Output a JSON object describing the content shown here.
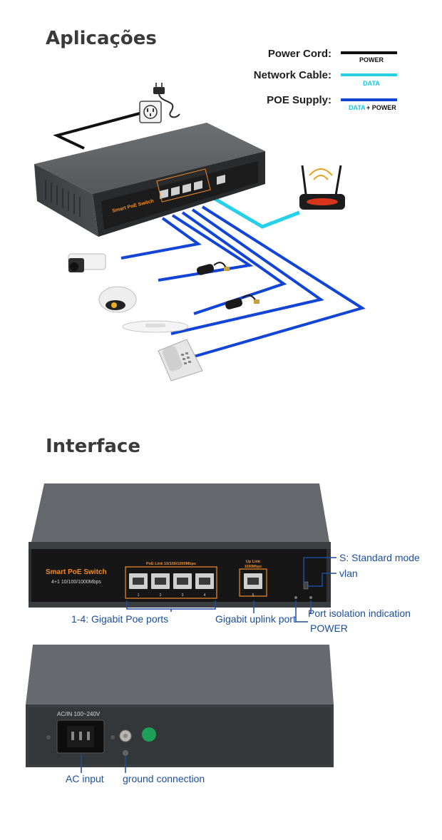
{
  "sections": {
    "applications_title": "Aplicações",
    "interface_title": "Interface"
  },
  "legend": [
    {
      "label": "Power Cord:",
      "tag": "POWER",
      "color": "#111111",
      "tag_color": "#111111"
    },
    {
      "label": "Network Cable:",
      "tag": "DATA",
      "color": "#25d0e8",
      "tag_color": "#1ec4e0"
    },
    {
      "label": "POE Supply:",
      "tag_a": "DATA",
      "tag_b": "+ POWER",
      "color": "#1244d6",
      "tag_color": "#1ec4e0"
    }
  ],
  "device": {
    "brand": "Smart PoE Switch",
    "model": "4+1 10/100/1000Mbps",
    "poe_header": "PoE Link   10/100/1000Mbps",
    "uplink_header_1": "Up Link",
    "uplink_header_2": "1000Mbps",
    "port_numbers": [
      "1",
      "2",
      "3",
      "4"
    ],
    "uplink_number": "5",
    "rear_label": "AC/IN 100~240V"
  },
  "annotations": {
    "standard_mode": "S: Standard mode",
    "vlan": "vlan",
    "port_isolation": "Port isolation indication",
    "power": "POWER",
    "poe_ports": "1-4: Gigabit Poe ports",
    "uplink_port": "Gigabit uplink port",
    "ac_input": "AC input",
    "ground": "ground connection"
  },
  "colors": {
    "power_cord": "#111111",
    "network_cable": "#25d0e8",
    "poe_supply": "#1244d6",
    "annotation": "#1a4f9e",
    "brand": "#f28c28"
  },
  "icons": [
    "power-plug-icon",
    "power-outlet-icon",
    "router-icon",
    "bullet-camera-icon",
    "dome-camera-icon",
    "access-point-icon",
    "ip-phone-icon",
    "poe-splitter-icon"
  ]
}
